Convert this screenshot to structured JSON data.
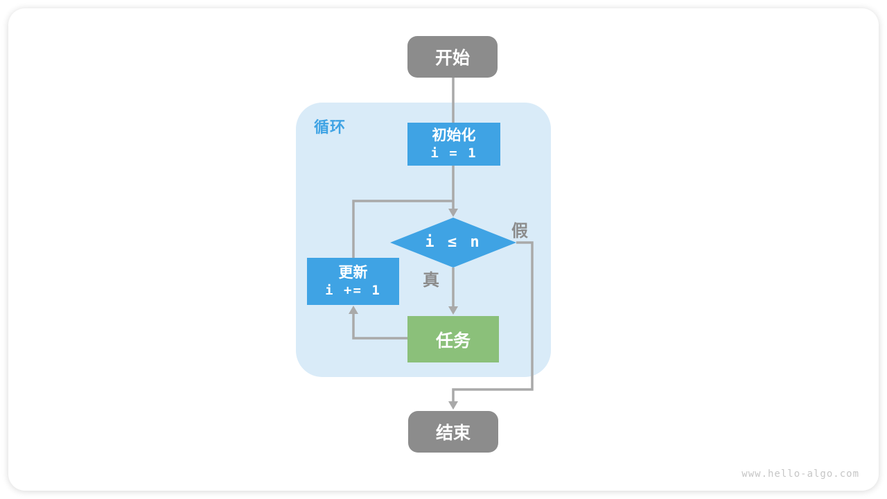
{
  "page": {
    "watermark": "www.hello-algo.com"
  },
  "flowchart": {
    "loop_label": "循环",
    "nodes": {
      "start": {
        "label": "开始"
      },
      "init": {
        "title": "初始化",
        "code": "i = 1"
      },
      "condition": {
        "code": "i ≤ n"
      },
      "update": {
        "title": "更新",
        "code": "i += 1"
      },
      "task": {
        "label": "任务"
      },
      "end": {
        "label": "结束"
      }
    },
    "branches": {
      "true_label": "真",
      "false_label": "假"
    },
    "colors": {
      "blue": "#3fa3e4",
      "green": "#8bc07a",
      "gray_node": "#8c8c8c",
      "container": "#d9ebf8",
      "line": "#a9a9a9",
      "label": "#8c8c8c",
      "watermark": "#c6c6c6"
    }
  }
}
